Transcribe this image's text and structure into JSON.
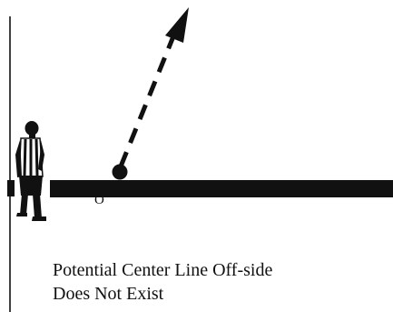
{
  "diagram": {
    "point_label": "O",
    "caption_lines": [
      "Potential Center Line Off-side",
      "Does Not Exist"
    ],
    "colors": {
      "ink": "#111111",
      "background": "#ffffff"
    },
    "icons": [
      "referee-figure-icon",
      "puck-icon",
      "pass-arrow-icon"
    ]
  }
}
